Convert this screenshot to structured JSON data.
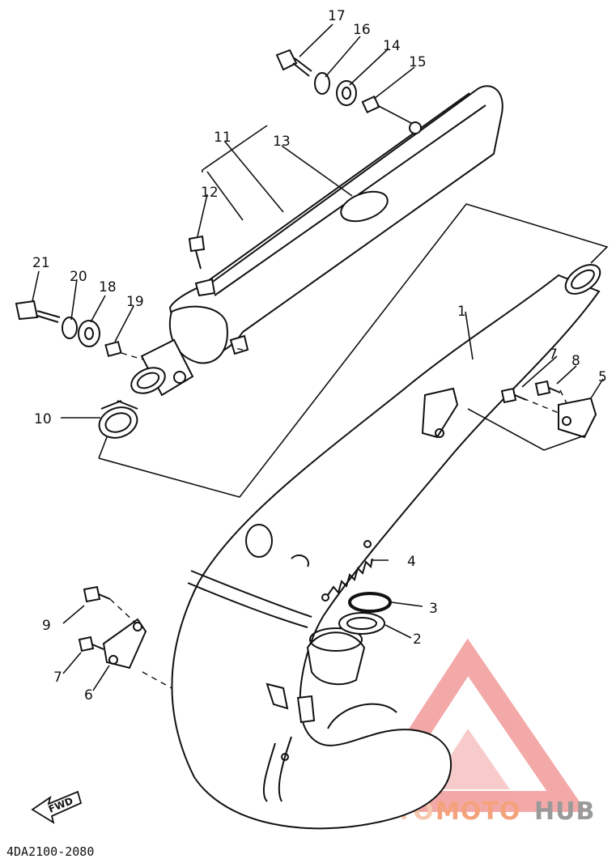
{
  "callouts": [
    "1",
    "2",
    "3",
    "4",
    "5",
    "6",
    "7",
    "7",
    "8",
    "9",
    "10",
    "11",
    "12",
    "13",
    "14",
    "15",
    "16",
    "17",
    "18",
    "19",
    "20",
    "21"
  ],
  "fwd_label": "FWD",
  "diagram_code": "4DA2100-2080",
  "watermark": {
    "part1": "AUTO",
    "part2": "MOTO",
    "part3": "HUB",
    "color_main": "#f08c8c",
    "color_orange": "#f4a27c",
    "color_grey": "#9a9a9a"
  }
}
